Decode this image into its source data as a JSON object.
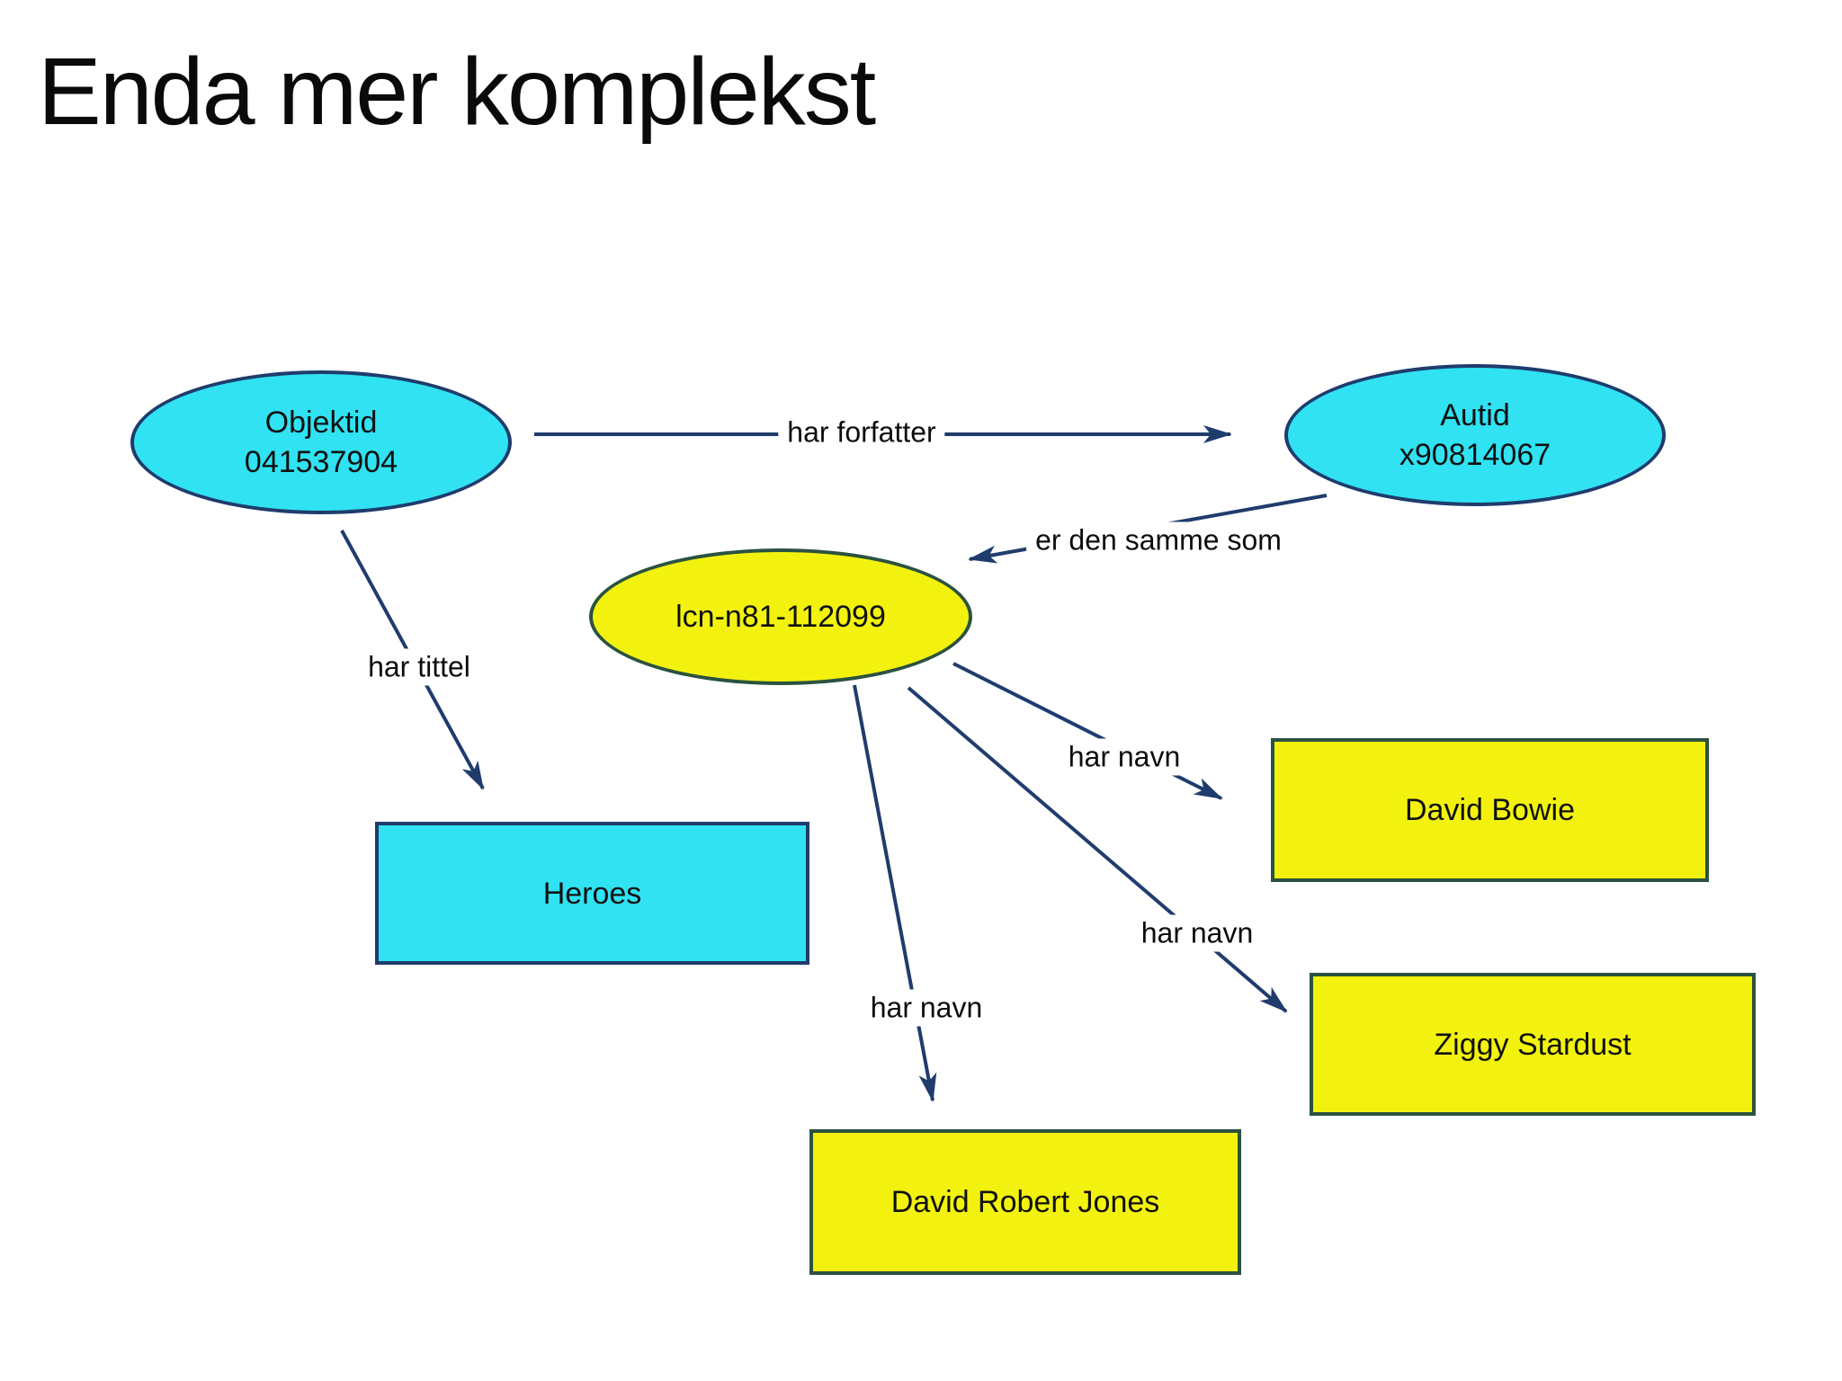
{
  "slide": {
    "title": "Enda mer komplekst"
  },
  "colors": {
    "background": "#ffffff",
    "cyan_fill": "#30e2f2",
    "yellow_fill": "#f2f20e",
    "cyan_border": "#1f3c6d",
    "yellow_border": "#2b5240",
    "edge_line": "#1f3c6d",
    "text": "#000000"
  },
  "diagram": {
    "nodes": {
      "objektid": {
        "shape": "ellipse",
        "color": "cyan",
        "line1": "Objektid",
        "line2": "041537904"
      },
      "autid": {
        "shape": "ellipse",
        "color": "cyan",
        "line1": "Autid",
        "line2": "x90814067"
      },
      "lcn": {
        "shape": "ellipse",
        "color": "yellow",
        "label": "lcn-n81-112099"
      },
      "heroes": {
        "shape": "rect",
        "color": "cyan",
        "label": "Heroes"
      },
      "bowie": {
        "shape": "rect",
        "color": "yellow",
        "label": "David Bowie"
      },
      "ziggy": {
        "shape": "rect",
        "color": "yellow",
        "label": "Ziggy Stardust"
      },
      "jones": {
        "shape": "rect",
        "color": "yellow",
        "label": "David Robert Jones"
      }
    },
    "edges": {
      "har_forfatter": {
        "label": "har forfatter",
        "from": "objektid",
        "to": "autid"
      },
      "er_den_samme_som": {
        "label": "er den samme som",
        "from": "autid",
        "to": "lcn"
      },
      "har_tittel": {
        "label": "har tittel",
        "from": "objektid",
        "to": "heroes"
      },
      "har_navn_bowie": {
        "label": "har navn",
        "from": "lcn",
        "to": "bowie"
      },
      "har_navn_ziggy": {
        "label": "har navn",
        "from": "lcn",
        "to": "ziggy"
      },
      "har_navn_jones": {
        "label": "har navn",
        "from": "lcn",
        "to": "jones"
      }
    }
  }
}
